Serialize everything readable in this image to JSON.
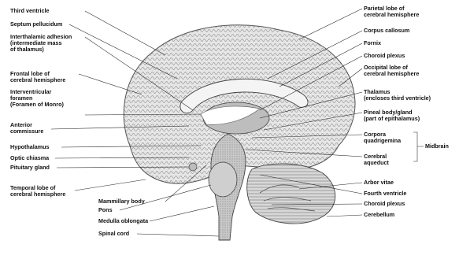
{
  "left_labels": [
    {
      "key": "third-ventricle",
      "lines": [
        "Third ventricle"
      ]
    },
    {
      "key": "septum-pellucidum",
      "lines": [
        "Septum pellucidum"
      ]
    },
    {
      "key": "interthalamic-adhesion",
      "lines": [
        "Interthalamic adhesion",
        "(intermediate mass",
        "of thalamus)"
      ]
    },
    {
      "key": "frontal-lobe",
      "lines": [
        "Frontal lobe of",
        "cerebral hemisphere"
      ]
    },
    {
      "key": "interventricular-foramen",
      "lines": [
        "Interventricular",
        "foramen",
        "(Foramen of Monro)"
      ]
    },
    {
      "key": "anterior-commissure",
      "lines": [
        "Anterior",
        "commissure"
      ]
    },
    {
      "key": "hypothalamus",
      "lines": [
        "Hypothalamus"
      ]
    },
    {
      "key": "optic-chiasma",
      "lines": [
        "Optic chiasma"
      ]
    },
    {
      "key": "pituitary-gland",
      "lines": [
        "Pituitary gland"
      ]
    },
    {
      "key": "temporal-lobe",
      "lines": [
        "Temporal lobe of",
        "cerebral hemisphere"
      ]
    }
  ],
  "bottom_labels": [
    {
      "key": "mammillary-body",
      "lines": [
        "Mammillary body"
      ]
    },
    {
      "key": "pons",
      "lines": [
        "Pons"
      ]
    },
    {
      "key": "medulla-oblongata",
      "lines": [
        "Medulla oblongata"
      ]
    },
    {
      "key": "spinal-cord",
      "lines": [
        "Spinal cord"
      ]
    }
  ],
  "right_labels": [
    {
      "key": "parietal-lobe",
      "lines": [
        "Parietal lobe of",
        "cerebral hemisphere"
      ]
    },
    {
      "key": "corpus-callosum",
      "lines": [
        "Corpus callosum"
      ]
    },
    {
      "key": "fornix",
      "lines": [
        "Fornix"
      ]
    },
    {
      "key": "choroid-plexus-upper",
      "lines": [
        "Choroid plexus"
      ]
    },
    {
      "key": "occipital-lobe",
      "lines": [
        "Occipital lobe of",
        "cerebral hemisphere"
      ]
    },
    {
      "key": "thalamus",
      "lines": [
        "Thalamus",
        "(encloses third ventricle)"
      ]
    },
    {
      "key": "pineal-body",
      "lines": [
        "Pineal body/gland",
        "(part of epithalamus)"
      ]
    },
    {
      "key": "corpora-quadrigemina",
      "lines": [
        "Corpora",
        "quadrigemina"
      ]
    },
    {
      "key": "cerebral-aqueduct",
      "lines": [
        "Cerebral",
        "aqueduct"
      ]
    },
    {
      "key": "arbor-vitae",
      "lines": [
        "Arbor vitae"
      ]
    },
    {
      "key": "fourth-ventricle",
      "lines": [
        "Fourth ventricle"
      ]
    },
    {
      "key": "choroid-plexus-lower",
      "lines": [
        "Choroid plexus"
      ]
    },
    {
      "key": "cerebellum",
      "lines": [
        "Cerebellum"
      ]
    }
  ],
  "bracket_label": {
    "key": "midbrain",
    "lines": [
      "Midbrain"
    ]
  },
  "credit_line": "",
  "colors": {
    "ink": "#111111",
    "tissue": "#cfcfcf",
    "tissue_dark": "#8a8a8a",
    "ventricle": "#ffffff"
  }
}
